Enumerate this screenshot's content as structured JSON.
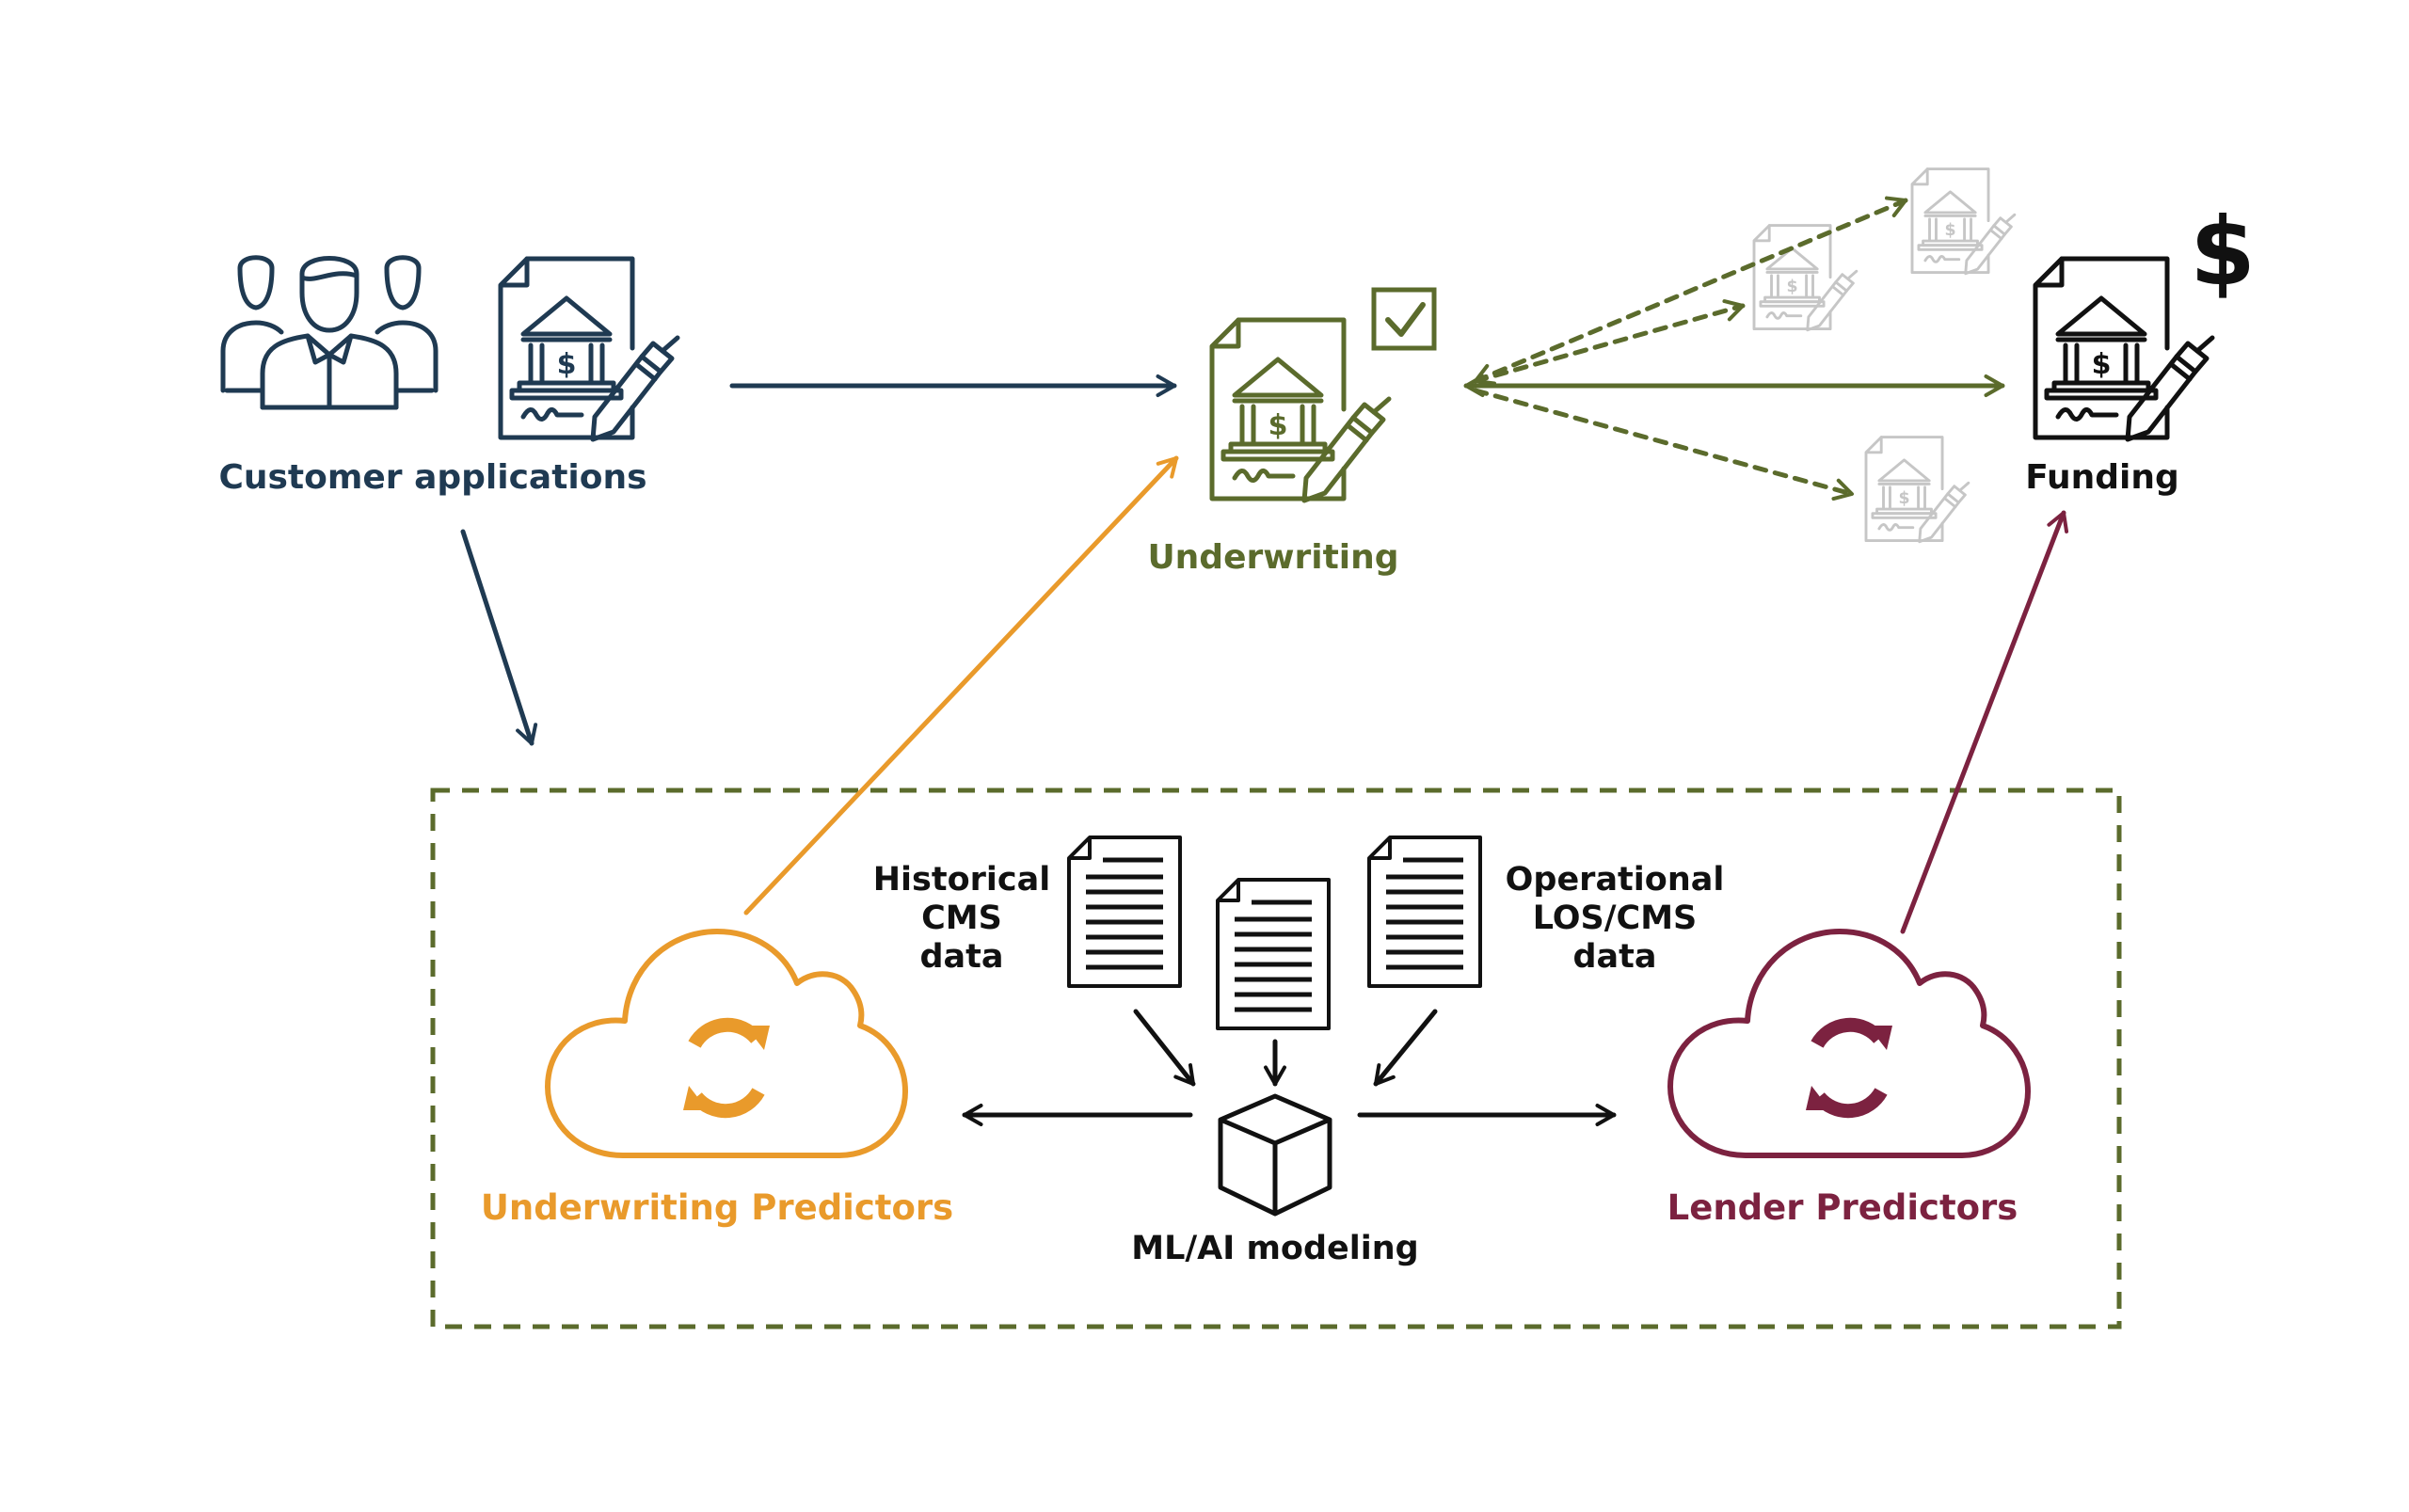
{
  "colors": {
    "navy": "#1f3a52",
    "olive": "#5b6b2c",
    "orange": "#e99a2b",
    "maroon": "#7c2240",
    "black": "#111111",
    "faded": "#c6c6c6"
  },
  "nodes": {
    "customer": {
      "label": "Customer applications",
      "icons": [
        "people-icon",
        "bank-document-icon"
      ]
    },
    "underwriting": {
      "label": "Underwriting",
      "icons": [
        "bank-document-icon",
        "checkbox-check-icon"
      ]
    },
    "funding": {
      "label": "Funding",
      "symbol": "$",
      "icons": [
        "bank-document-icon",
        "dollar-sign-icon"
      ]
    },
    "underwriting_predictors": {
      "label": "Underwriting Predictors",
      "icons": [
        "cloud-sync-icon"
      ]
    },
    "lender_predictors": {
      "label": "Lender Predictors",
      "icons": [
        "cloud-sync-icon"
      ]
    },
    "modeling": {
      "label": "ML/AI modeling",
      "icons": [
        "cube-icon"
      ]
    },
    "historical": {
      "lines": [
        "Historical",
        "CMS",
        "data"
      ],
      "icons": [
        "document-icon"
      ]
    },
    "operational": {
      "lines": [
        "Operational",
        "LOS/CMS",
        "data"
      ],
      "icons": [
        "document-icon"
      ]
    }
  },
  "edges": [
    {
      "from": "customer",
      "to": "underwriting",
      "style": "solid",
      "color": "navy"
    },
    {
      "from": "customer",
      "to": "predictive-area",
      "style": "solid",
      "color": "navy"
    },
    {
      "from": "underwriting_predictors",
      "to": "underwriting",
      "style": "solid",
      "color": "orange"
    },
    {
      "from": "lender_predictors",
      "to": "funding",
      "style": "solid",
      "color": "maroon"
    },
    {
      "from": "underwriting",
      "to": "funding",
      "style": "solid",
      "color": "olive",
      "bidirectional": true
    },
    {
      "from": "underwriting",
      "to": "alternative-lenders",
      "style": "dashed",
      "color": "olive",
      "count": 3
    },
    {
      "from": "documents",
      "to": "modeling",
      "style": "solid",
      "color": "black",
      "count": 3
    },
    {
      "from": "modeling",
      "to": "underwriting_predictors",
      "style": "solid",
      "color": "black"
    },
    {
      "from": "modeling",
      "to": "lender_predictors",
      "style": "solid",
      "color": "black"
    }
  ]
}
